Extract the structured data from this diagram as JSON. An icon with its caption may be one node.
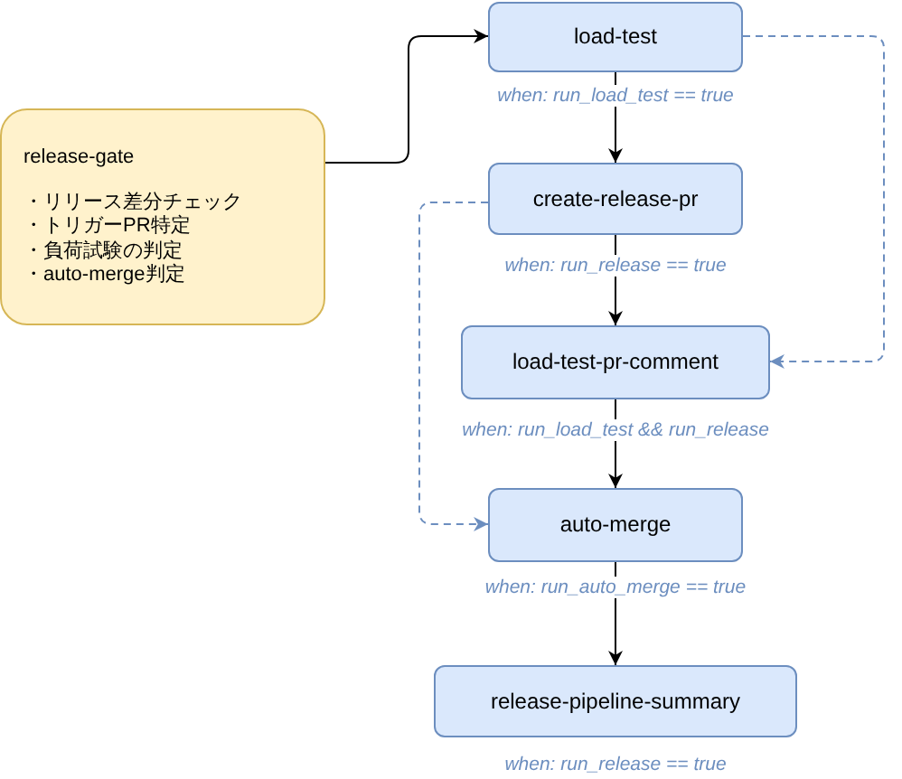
{
  "diagram": {
    "nodes": [
      {
        "text": [
          "release-gate",
          "・リリース差分チェック",
          "・トリガーPR特定",
          "・負荷試験の判定",
          "・auto-merge判定"
        ]
      },
      {
        "text": [
          "load-test"
        ],
        "beside": [
          "when: run_load_test == true"
        ]
      },
      {
        "text": [
          "create-release-pr"
        ],
        "beside": [
          "when: run_release == true"
        ]
      },
      {
        "text": [
          "load-test-pr-comment"
        ],
        "beside": [
          "when: run_load_test && run_release"
        ]
      },
      {
        "text": [
          "auto-merge"
        ],
        "beside": [
          "when: run_auto_merge == true"
        ]
      },
      {
        "text": [
          "release-pipeline-summary"
        ],
        "beside": [
          "when: run_release == true"
        ]
      }
    ],
    "edges": [
      {
        "from": 0,
        "to": 1,
        "arrow": "to"
      },
      {
        "from": 1,
        "to": 2,
        "arrow": "to"
      },
      {
        "from": 1,
        "to": 3,
        "arrow": "to",
        "style": "dashed",
        "color": "#6c8ebf"
      },
      {
        "from": 2,
        "to": 3,
        "arrow": "to"
      },
      {
        "from": 2,
        "to": 4,
        "arrow": "to",
        "style": "dashed",
        "color": "#6c8ebf"
      },
      {
        "from": 3,
        "to": 4,
        "arrow": "to"
      },
      {
        "from": 4,
        "to": 5,
        "arrow": "to"
      }
    ]
  }
}
